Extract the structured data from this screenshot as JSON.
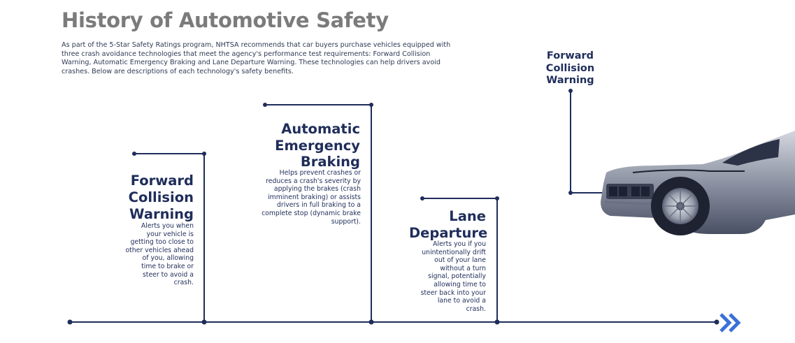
{
  "title": "History of Automotive Safety",
  "intro": "As part of the 5-Star Safety Ratings program, NHTSA recommends that car buyers purchase vehicles equipped with three crash avoidance technologies that meet the agency's performance test requirements: Forward Collision Warning, Automatic Emergency Braking and Lane Departure Warning. These technologies can help drivers avoid crashes. Below are descriptions of each technology's safety benefits.",
  "technologies": [
    {
      "title_lines": [
        "Forward",
        "Collision",
        "Warning"
      ],
      "desc_lines": [
        "Alerts you when",
        "your vehicle is",
        "getting too close to",
        "other vehicles ahead",
        "of you, allowing",
        "time to brake or",
        "steer to avoid a",
        "crash."
      ]
    },
    {
      "title_lines": [
        "Automatic",
        "Emergency",
        "Braking"
      ],
      "desc_lines": [
        "Helps prevent crashes or",
        "reduces a crash's severity by",
        "applying the brakes (crash",
        "imminent braking) or assists",
        "drivers in full braking to a",
        "complete stop (dynamic brake",
        "support)."
      ]
    },
    {
      "title_lines": [
        "Lane",
        "Departure"
      ],
      "desc_lines": [
        "Alerts you if you",
        "unintentionally drift",
        "out of your lane",
        "without a turn",
        "signal, potentially",
        "allowing time to",
        "steer back into your",
        "lane to avoid a",
        "crash."
      ]
    }
  ],
  "car_callout_lines": [
    "Forward",
    "Collision",
    "Warning"
  ],
  "colors": {
    "line": "#1f2d5a",
    "accent": "#3b6fd8",
    "title": "#7b7b7b"
  },
  "icons": {
    "next": "double-chevron-right-icon",
    "car": "car-illustration"
  }
}
